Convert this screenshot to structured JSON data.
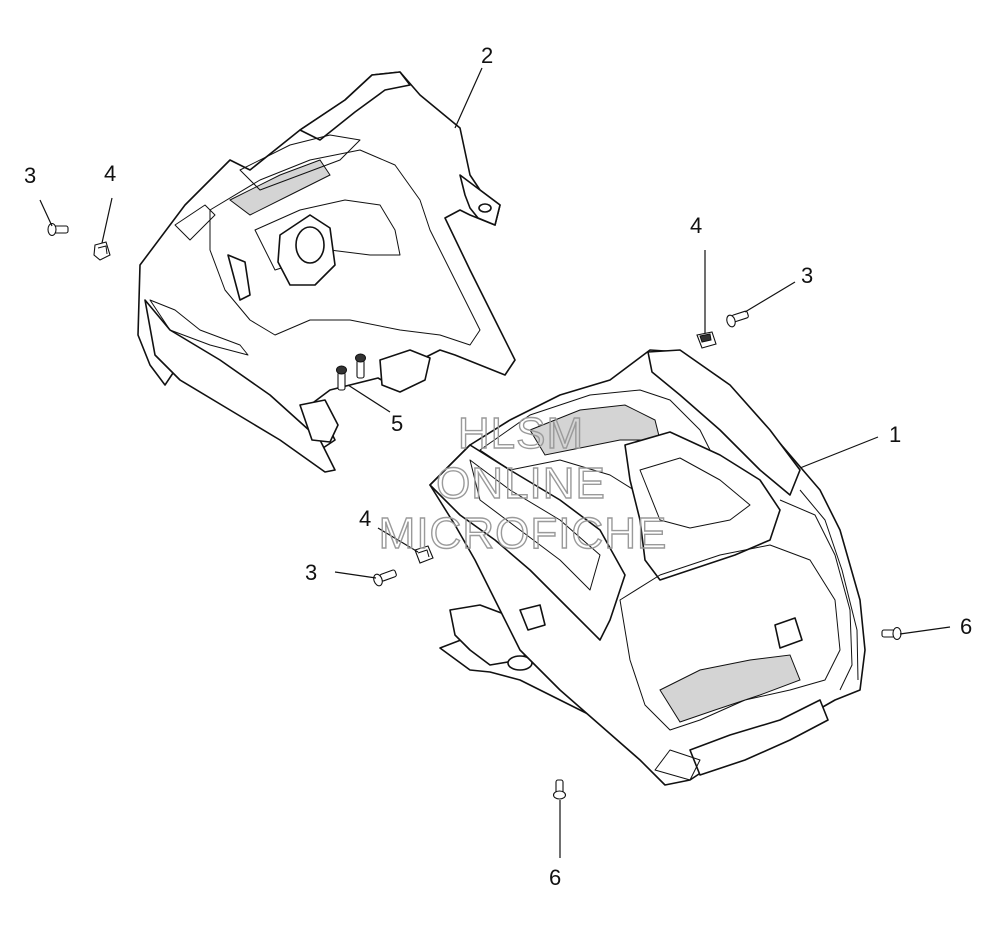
{
  "watermark": {
    "line1": "HLSM",
    "line2": "ONLINE",
    "line3": "MICROFICHE"
  },
  "callouts": [
    {
      "id": "c2",
      "label": "2"
    },
    {
      "id": "c3a",
      "label": "3"
    },
    {
      "id": "c4a",
      "label": "4"
    },
    {
      "id": "c4b",
      "label": "4"
    },
    {
      "id": "c3b",
      "label": "3"
    },
    {
      "id": "c1",
      "label": "1"
    },
    {
      "id": "c5",
      "label": "5"
    },
    {
      "id": "c4c",
      "label": "4"
    },
    {
      "id": "c3c",
      "label": "3"
    },
    {
      "id": "c6a",
      "label": "6"
    },
    {
      "id": "c6b",
      "label": "6"
    }
  ],
  "colors": {
    "line": "#111111",
    "watermark": "#9a9a9a",
    "background": "#ffffff"
  }
}
